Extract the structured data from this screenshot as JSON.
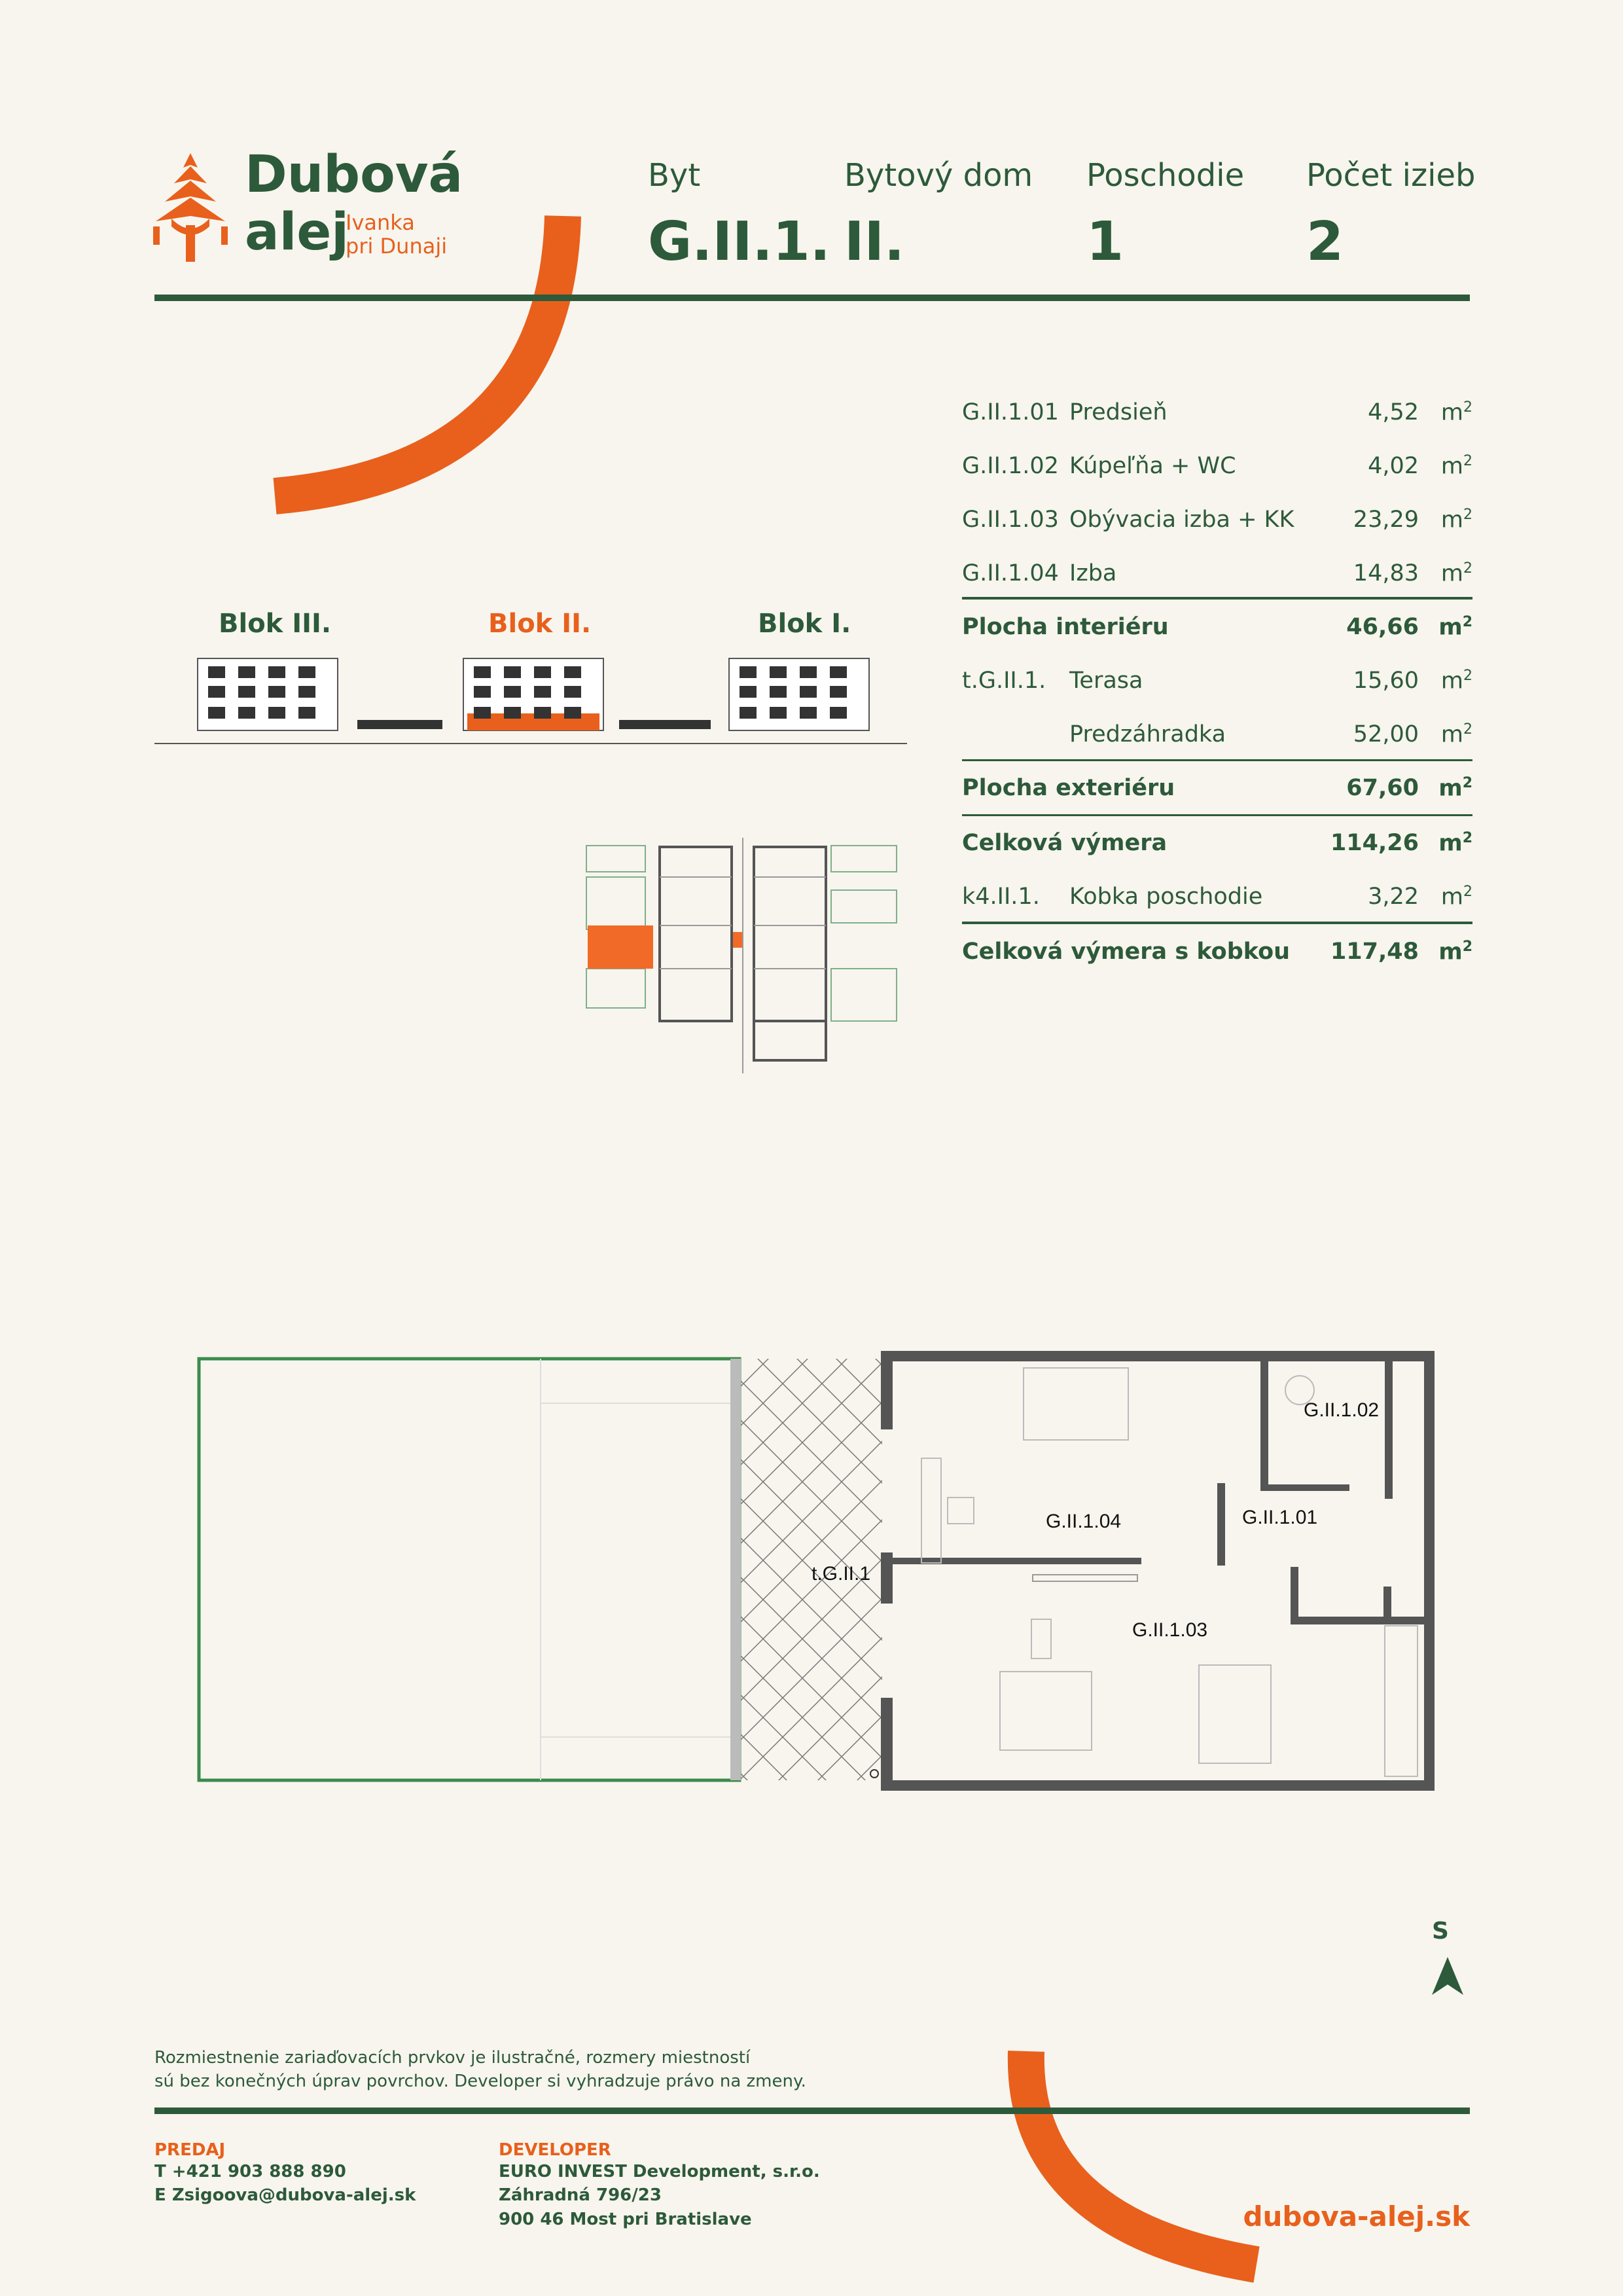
{
  "logo": {
    "word1": "Dubová",
    "word2": "alej",
    "sub1": "Ivanka",
    "sub2": "pri Dunaji",
    "icon": "oak-leaf-icon"
  },
  "header": {
    "cols": [
      {
        "label": "Byt",
        "value": "G.II.1."
      },
      {
        "label": "Bytový dom",
        "value": "II."
      },
      {
        "label": "Poschodie",
        "value": "1"
      },
      {
        "label": "Počet izieb",
        "value": "2"
      }
    ]
  },
  "area_table": {
    "unit": "m",
    "rows": [
      {
        "code": "G.II.1.01",
        "name": "Predsieň",
        "value": "4,52"
      },
      {
        "code": "G.II.1.02",
        "name": "Kúpeľňa + WC",
        "value": "4,02"
      },
      {
        "code": "G.II.1.03",
        "name": "Obývacia izba + KK",
        "value": "23,29"
      },
      {
        "code": "G.II.1.04",
        "name": "Izba",
        "value": "14,83"
      },
      {
        "code": "",
        "name": "Plocha interiéru",
        "value": "46,66",
        "bold": true
      },
      {
        "code": "t.G.II.1.",
        "name": "Terasa",
        "value": "15,60"
      },
      {
        "code": "",
        "name": "Predzáhradka",
        "value": "52,00"
      },
      {
        "code": "",
        "name": "Plocha exteriéru",
        "value": "67,60",
        "bold": true
      },
      {
        "code": "",
        "name": "Celková výmera",
        "value": "114,26",
        "bold": true
      },
      {
        "code": "k4.II.1.",
        "name": "Kobka poschodie",
        "value": "3,22"
      },
      {
        "code": "",
        "name": "Celková výmera s kobkou",
        "value": "117,48",
        "bold": true
      }
    ]
  },
  "blocks": {
    "labels": [
      "Blok III.",
      "Blok II.",
      "Blok I."
    ],
    "active": "Blok II."
  },
  "floorplan": {
    "rooms": [
      "G.II.1.02",
      "G.II.1.04",
      "G.II.1.01",
      "G.II.1.03",
      "t.G.II.1"
    ]
  },
  "compass": {
    "label": "S"
  },
  "disclaimer": {
    "line1": "Rozmiestnenie zariaďovacích prvkov je ilustračné, rozmery miestností",
    "line2": "sú bez konečných úprav povrchov. Developer si vyhradzuje právo na zmeny."
  },
  "footer": {
    "sales_heading": "PREDAJ",
    "sales_phone": "T +421 903 888 890",
    "sales_email": "E Zsigoova@dubova-alej.sk",
    "dev_heading": "DEVELOPER",
    "dev_name": "EURO INVEST Development, s.r.o.",
    "dev_street": "Záhradná 796/23",
    "dev_city": "900 46 Most pri Bratislave",
    "website": "dubova-alej.sk"
  },
  "colors": {
    "green": "#2d5a3a",
    "orange": "#e8601c",
    "background": "#f7f5ee"
  }
}
